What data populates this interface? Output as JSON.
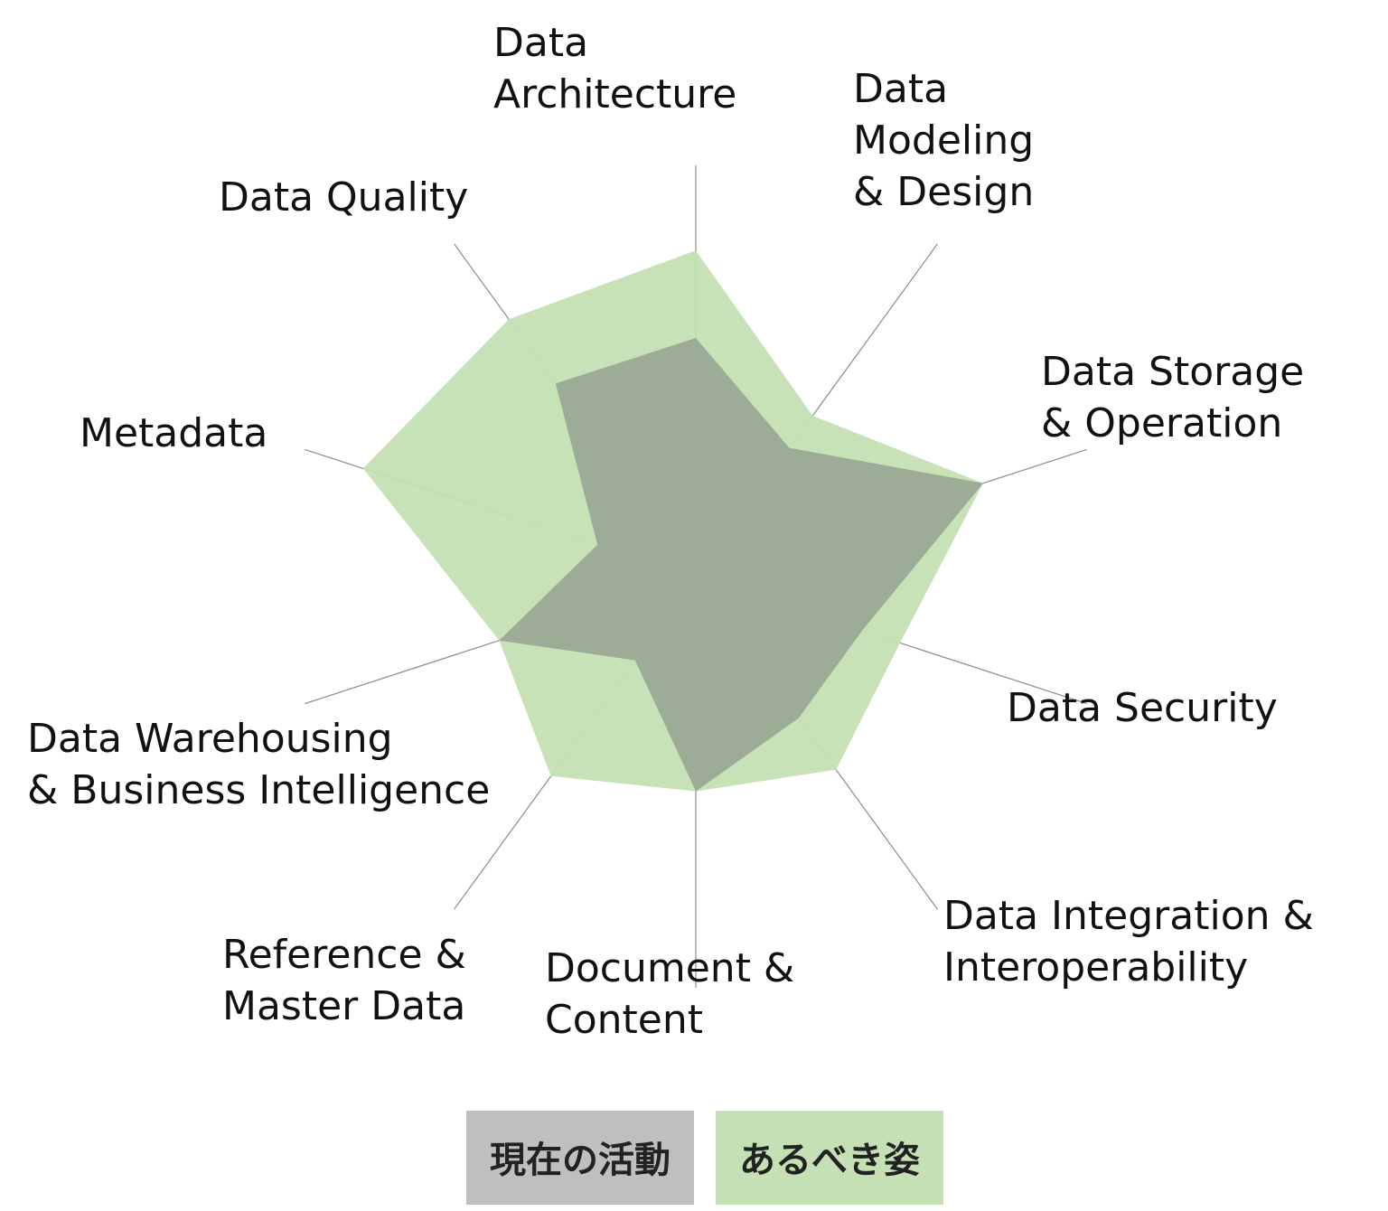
{
  "chart_data": {
    "type": "radar",
    "axes": [
      {
        "lines": [
          "Data",
          "Architecture"
        ]
      },
      {
        "lines": [
          "Data",
          "Modeling",
          "& Design"
        ]
      },
      {
        "lines": [
          "Data Storage",
          "& Operation"
        ]
      },
      {
        "lines": [
          "Data Security"
        ]
      },
      {
        "lines": [
          "Data Integration &",
          "Interoperability"
        ]
      },
      {
        "lines": [
          "Document &",
          "Content"
        ]
      },
      {
        "lines": [
          "Reference &",
          "Master Data"
        ]
      },
      {
        "lines": [
          "Data Warehousing",
          "& Business Intelligence"
        ]
      },
      {
        "lines": [
          "Metadata"
        ]
      },
      {
        "lines": [
          "Data Quality"
        ]
      }
    ],
    "range": [
      0,
      5
    ],
    "series": [
      {
        "name": "あるべき姿",
        "color": "#c5e0b4",
        "values": [
          4.1,
          2.5,
          3.8,
          2.7,
          3.0,
          2.7,
          3.1,
          2.6,
          4.4,
          4.0
        ]
      },
      {
        "name": "現在の活動",
        "color": "#98a693",
        "values": [
          3.0,
          2.0,
          3.8,
          2.2,
          2.2,
          2.7,
          1.3,
          2.6,
          1.3,
          3.0
        ]
      }
    ],
    "legend": [
      {
        "label": "現在の活動",
        "color": "#bfbfbf"
      },
      {
        "label": "あるべき姿",
        "color": "#c5e0b4"
      }
    ],
    "legend_placement": "bottom",
    "grid": false
  }
}
